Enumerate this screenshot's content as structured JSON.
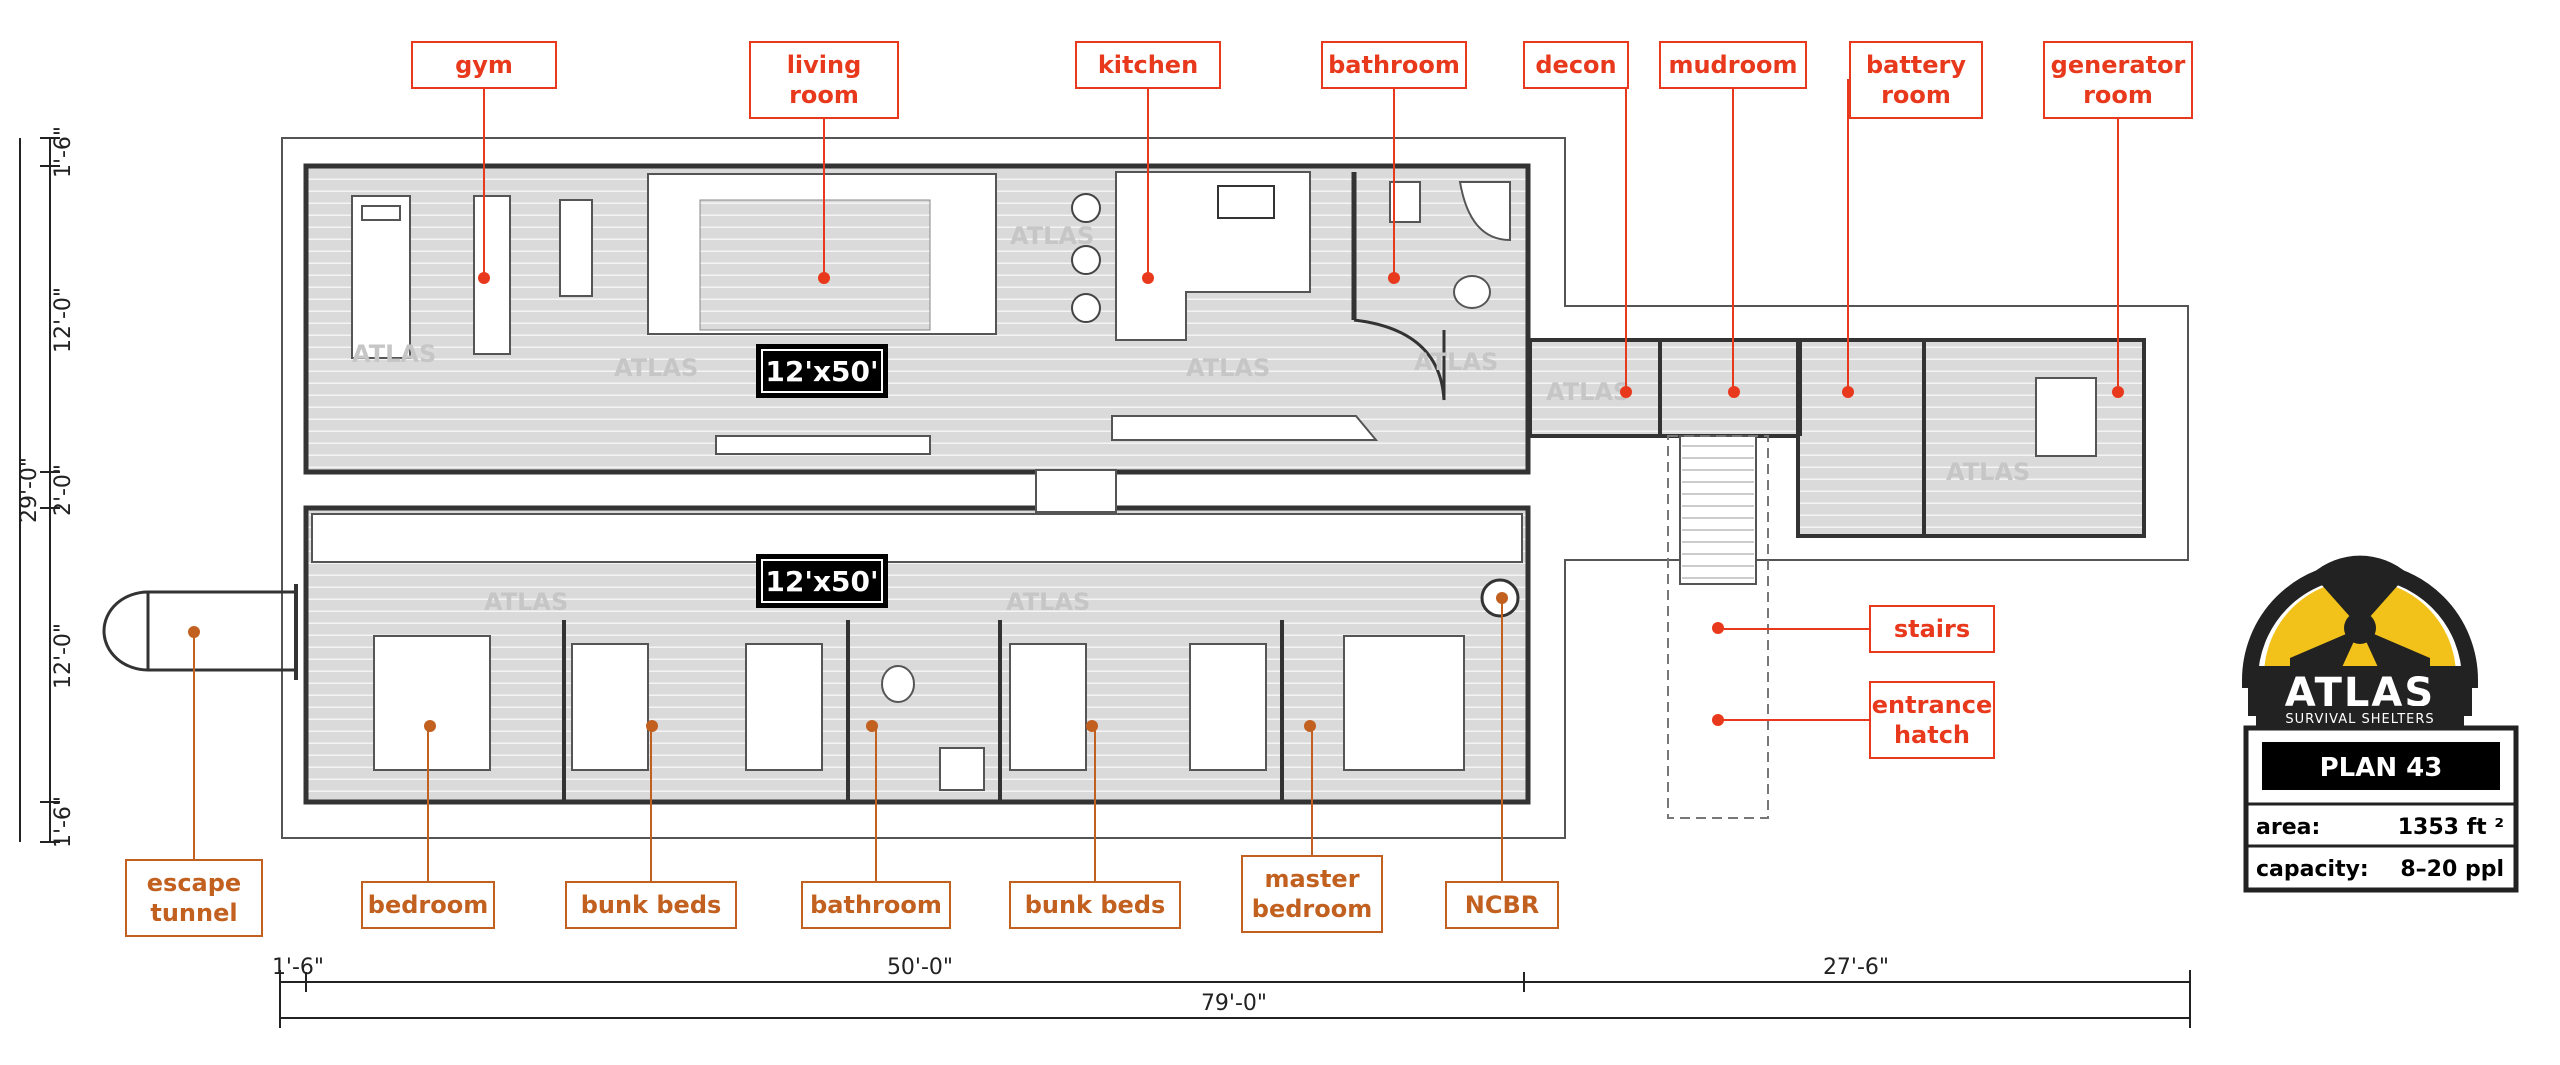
{
  "colors": {
    "top_label": "#e8391d",
    "bottom_label": "#c2601f",
    "wall": "#444444",
    "floor": "#dcdcdc",
    "badge_bg": "#000000",
    "logo_yellow": "#f2c21a"
  },
  "labels": {
    "gym": [
      "gym"
    ],
    "living_room": [
      "living",
      "room"
    ],
    "kitchen": [
      "kitchen"
    ],
    "bathroom_top": [
      "bathroom"
    ],
    "decon": [
      "decon"
    ],
    "mudroom": [
      "mudroom"
    ],
    "battery_room": [
      "battery",
      "room"
    ],
    "generator_room": [
      "generator",
      "room"
    ],
    "stairs": [
      "stairs"
    ],
    "entrance_hatch": [
      "entrance",
      "hatch"
    ],
    "escape_tunnel": [
      "escape",
      "tunnel"
    ],
    "bedroom": [
      "bedroom"
    ],
    "bunk_beds_1": [
      "bunk beds"
    ],
    "bathroom_bottom": [
      "bathroom"
    ],
    "bunk_beds_2": [
      "bunk beds"
    ],
    "master_bedroom": [
      "master",
      "bedroom"
    ],
    "ncbr": [
      "NCBR"
    ]
  },
  "badges": {
    "top": "12'x50'",
    "bottom": "12'x50'"
  },
  "dimensions": {
    "left": [
      "1'-6\"",
      "12'-0\"",
      "2'-0\"",
      "12'-0\"",
      "1'-6\""
    ],
    "left_total": "29'-0\"",
    "bottom_small": "1'-6\"",
    "bottom_main": "50'-0\"",
    "bottom_right": "27'-6\"",
    "bottom_total": "79'-0\""
  },
  "logo": {
    "brand": "ATLAS",
    "tagline": "SURVIVAL SHELTERS"
  },
  "info": {
    "plan": "PLAN 43",
    "area_label": "area:",
    "area_value": "1353 ft ²",
    "capacity_label": "capacity:",
    "capacity_value": "8–20 ppl"
  },
  "watermark": "ATLAS"
}
